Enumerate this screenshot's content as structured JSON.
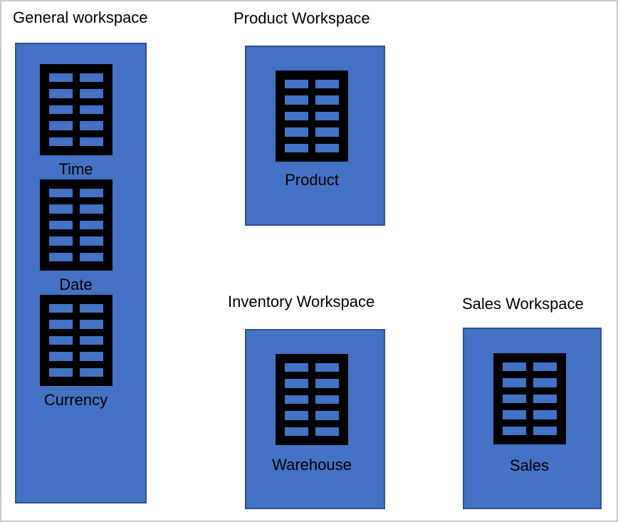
{
  "colors": {
    "background": "#ffffff",
    "canvas_border": "#c8c8c8",
    "shape_fill": "#4472c4",
    "shape_border": "#2f528f",
    "icon": "#000000",
    "text": "#000000"
  },
  "workspaces": [
    {
      "id": "general",
      "title": "General workspace",
      "tables": [
        {
          "label": "Time"
        },
        {
          "label": "Date"
        },
        {
          "label": "Currency"
        }
      ]
    },
    {
      "id": "product",
      "title": "Product Workspace",
      "tables": [
        {
          "label": "Product"
        }
      ]
    },
    {
      "id": "inventory",
      "title": "Inventory Workspace",
      "tables": [
        {
          "label": "Warehouse"
        }
      ]
    },
    {
      "id": "sales",
      "title": "Sales Workspace",
      "tables": [
        {
          "label": "Sales"
        }
      ]
    }
  ]
}
